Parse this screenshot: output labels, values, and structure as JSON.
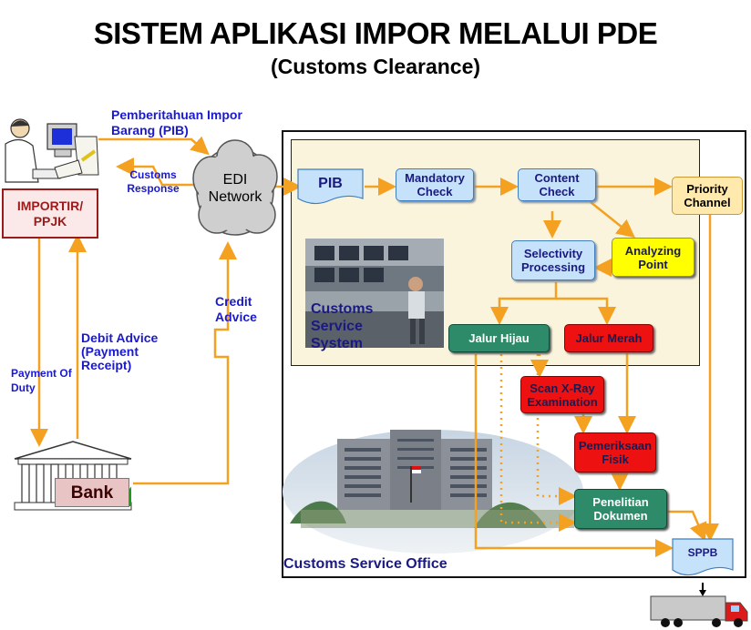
{
  "title": "SISTEM APLIKASI IMPOR MELALUI PDE",
  "subtitle": "(Customs Clearance)",
  "labels": {
    "pemberitahuan": "Pemberitahuan Impor Barang (PIB)",
    "customs_response": "Customs Response",
    "credit_advice": "Credit Advice",
    "debit_advice": "Debit Advice (Payment Receipt)",
    "payment_of_duty": "Payment Of Duty",
    "customs_service_system": "Customs Service System",
    "customs_service_office": "Customs Service Office"
  },
  "nodes": {
    "importir": "IMPORTIR/ PPJK",
    "edi": "EDI Network",
    "pib": "PIB",
    "mandatory": "Mandatory Check",
    "content": "Content Check",
    "priority": "Priority Channel",
    "selectivity": "Selectivity Processing",
    "analyzing": "Analyzing Point",
    "jalur_hijau": "Jalur Hijau",
    "jalur_merah": "Jalur Merah",
    "scan": "Scan X-Ray Examination",
    "pemeriksaan": "Pemeriksaan Fisik",
    "penelitian": "Penelitian Dokumen",
    "sppb": "SPPB",
    "bank": "Bank"
  },
  "colors": {
    "arrow": "#f4a020",
    "label_blue": "#1a1acc",
    "node_navy": "#1a1a80",
    "green_node": "#2e8b6a",
    "red_node": "#ee1111",
    "yellow_node": "#ffff00",
    "light_blue_node": "#c6e2fb"
  },
  "icons": [
    "computer-user-icon",
    "cloud-icon",
    "document-icon",
    "bank-building-icon",
    "truck-icon",
    "control-room-photo",
    "office-building-photo"
  ]
}
